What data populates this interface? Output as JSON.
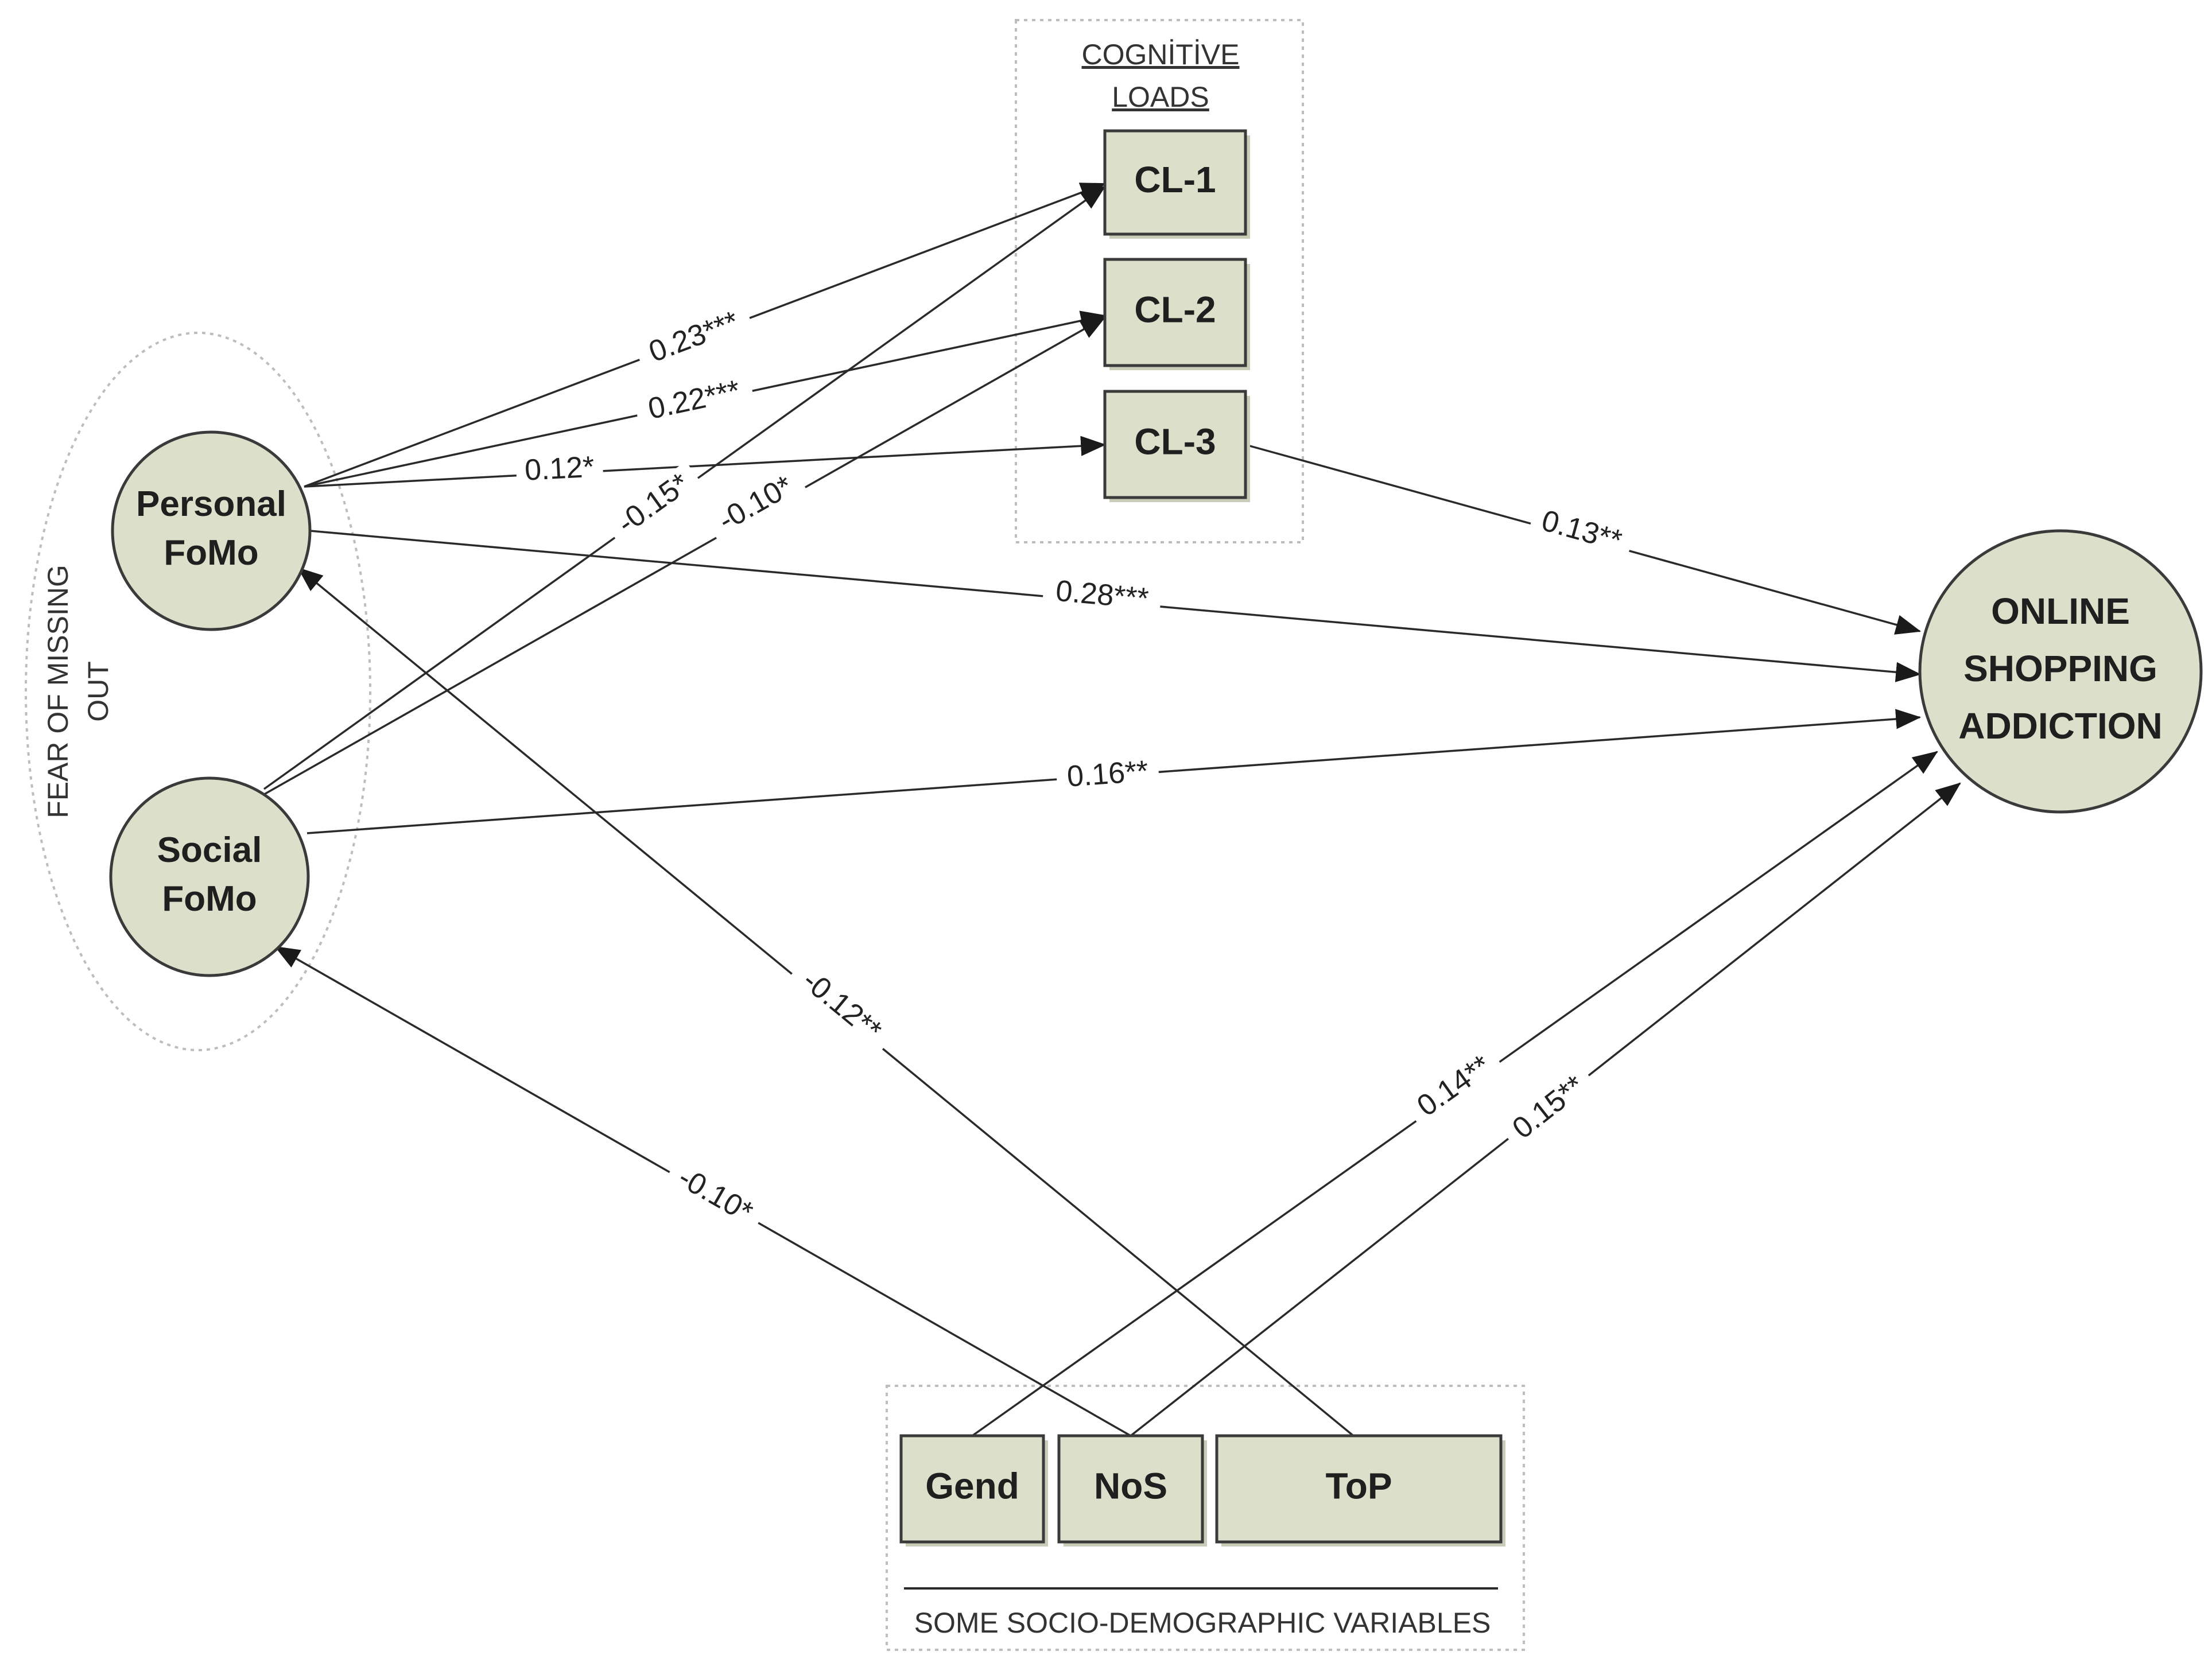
{
  "groups": {
    "cognitive_loads": {
      "title_lines": [
        "COGNİTİVE",
        "LOADS"
      ]
    },
    "fomo": {
      "title_lines": [
        "FEAR OF MISSING",
        "OUT"
      ]
    },
    "socio": {
      "title": "SOME SOCIO-DEMOGRAPHIC VARIABLES"
    }
  },
  "nodes": [
    {
      "id": "pfomo",
      "shape": "circle",
      "lines": [
        "Personal",
        "FoMo"
      ]
    },
    {
      "id": "sfomo",
      "shape": "circle",
      "lines": [
        "Social",
        "FoMo"
      ]
    },
    {
      "id": "osa",
      "shape": "circle",
      "lines": [
        "ONLINE",
        "SHOPPING",
        "ADDICTION"
      ]
    },
    {
      "id": "cl1",
      "shape": "box",
      "lines": [
        "CL-1"
      ]
    },
    {
      "id": "cl2",
      "shape": "box",
      "lines": [
        "CL-2"
      ]
    },
    {
      "id": "cl3",
      "shape": "box",
      "lines": [
        "CL-3"
      ]
    },
    {
      "id": "gend",
      "shape": "box",
      "lines": [
        "Gend"
      ]
    },
    {
      "id": "nos",
      "shape": "box",
      "lines": [
        "NoS"
      ]
    },
    {
      "id": "top",
      "shape": "box",
      "lines": [
        "ToP"
      ]
    }
  ],
  "edges": [
    {
      "from": "pfomo",
      "to": "cl1",
      "label": "0.23***"
    },
    {
      "from": "pfomo",
      "to": "cl2",
      "label": "0.22***"
    },
    {
      "from": "pfomo",
      "to": "cl3",
      "label": "0.12*"
    },
    {
      "from": "sfomo",
      "to": "cl1",
      "label": "-0.15*"
    },
    {
      "from": "sfomo",
      "to": "cl2",
      "label": "-0.10*"
    },
    {
      "from": "pfomo",
      "to": "osa",
      "label": "0.28***"
    },
    {
      "from": "sfomo",
      "to": "osa",
      "label": "0.16**"
    },
    {
      "from": "cl3",
      "to": "osa",
      "label": "0.13**"
    },
    {
      "from": "top",
      "to": "pfomo",
      "label": "-0.12**"
    },
    {
      "from": "nos",
      "to": "sfomo",
      "label": "-0.10*"
    },
    {
      "from": "gend",
      "to": "osa",
      "label": "0.14**"
    },
    {
      "from": "nos",
      "to": "osa",
      "label": "0.15**"
    }
  ]
}
